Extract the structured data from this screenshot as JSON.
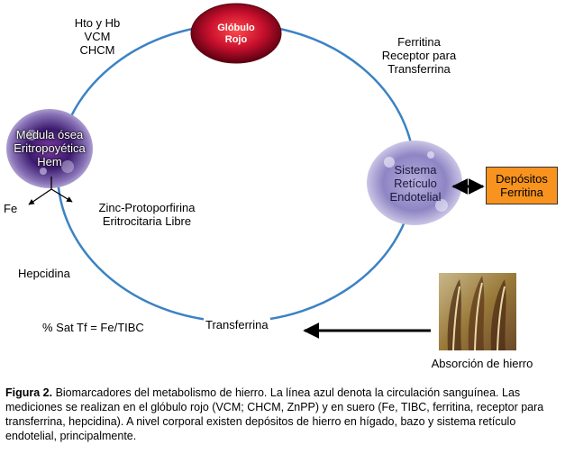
{
  "nodes": {
    "rbc": {
      "line1": "Glóbulo",
      "line2": "Rojo",
      "color": "#c8102e"
    },
    "marrow": {
      "line1": "Médula ósea",
      "line2": "Eritropoyética",
      "line3": "Hem"
    },
    "sre": {
      "line1": "Sistema",
      "line2": "Retículo",
      "line3": "Endotelial"
    },
    "deposits": {
      "line1": "Depósitos",
      "line2": "Ferritina",
      "color": "#f7931e"
    },
    "absorption": {
      "label": "Absorción de hierro"
    }
  },
  "labels": {
    "rbc_markers": [
      "Hto y Hb",
      "VCM",
      "CHCM"
    ],
    "serum_markers": [
      "Ferritina",
      "Receptor para",
      "Transferrina"
    ],
    "fe": "Fe",
    "znpp": [
      "Zinc-Protoporfirina",
      "Eritrocitaria Libre"
    ],
    "hepcidina": "Hepcidina",
    "sat_tf": "% Sat Tf = Fe/TIBC",
    "transferrina": "Transferrina"
  },
  "colors": {
    "circulation": "#3b82c4"
  },
  "caption": {
    "label": "Figura 2.",
    "text": " Biomarcadores del metabolismo de hierro. La línea azul denota la circulación sanguínea. Las mediciones se realizan en el glóbulo rojo (VCM; CHCM, ZnPP) y en suero (Fe, TIBC, ferritina, receptor para transferrina, hepcidina). A nivel corporal existen depósitos de hierro en hígado, bazo y sistema retículo endotelial, principalmente."
  }
}
